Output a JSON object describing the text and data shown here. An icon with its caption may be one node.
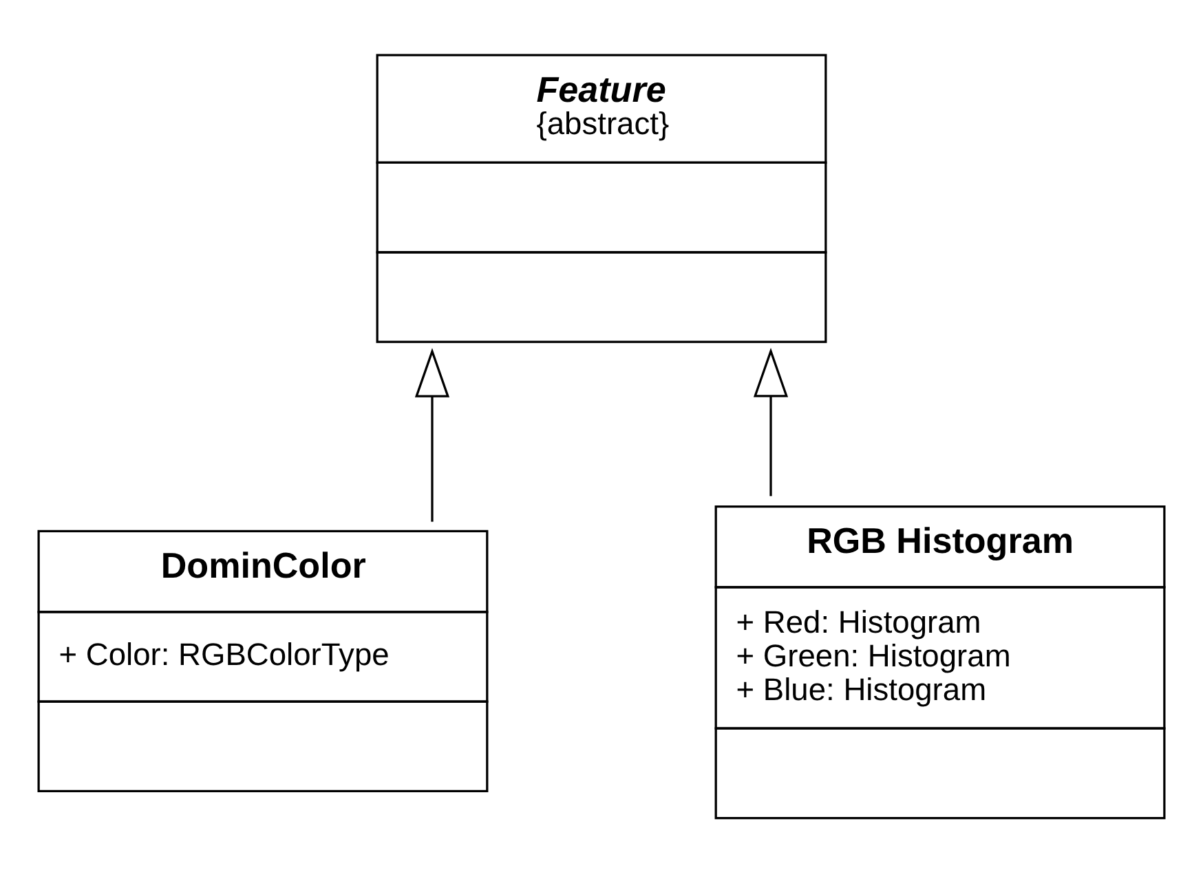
{
  "diagram": {
    "nodes": [
      {
        "text": [
          "Feature",
          "{abstract}"
        ]
      },
      {
        "text": [
          "DominColor",
          "+ Color: RGBColorType"
        ]
      },
      {
        "text": [
          "RGB Histogram",
          "+ Red: Histogram",
          "+ Green: Histogram",
          "+ Blue: Histogram"
        ]
      }
    ],
    "edges": [
      {
        "from": 1,
        "to": 0,
        "arrow": "to"
      },
      {
        "from": 2,
        "to": 0,
        "arrow": "to"
      }
    ]
  }
}
